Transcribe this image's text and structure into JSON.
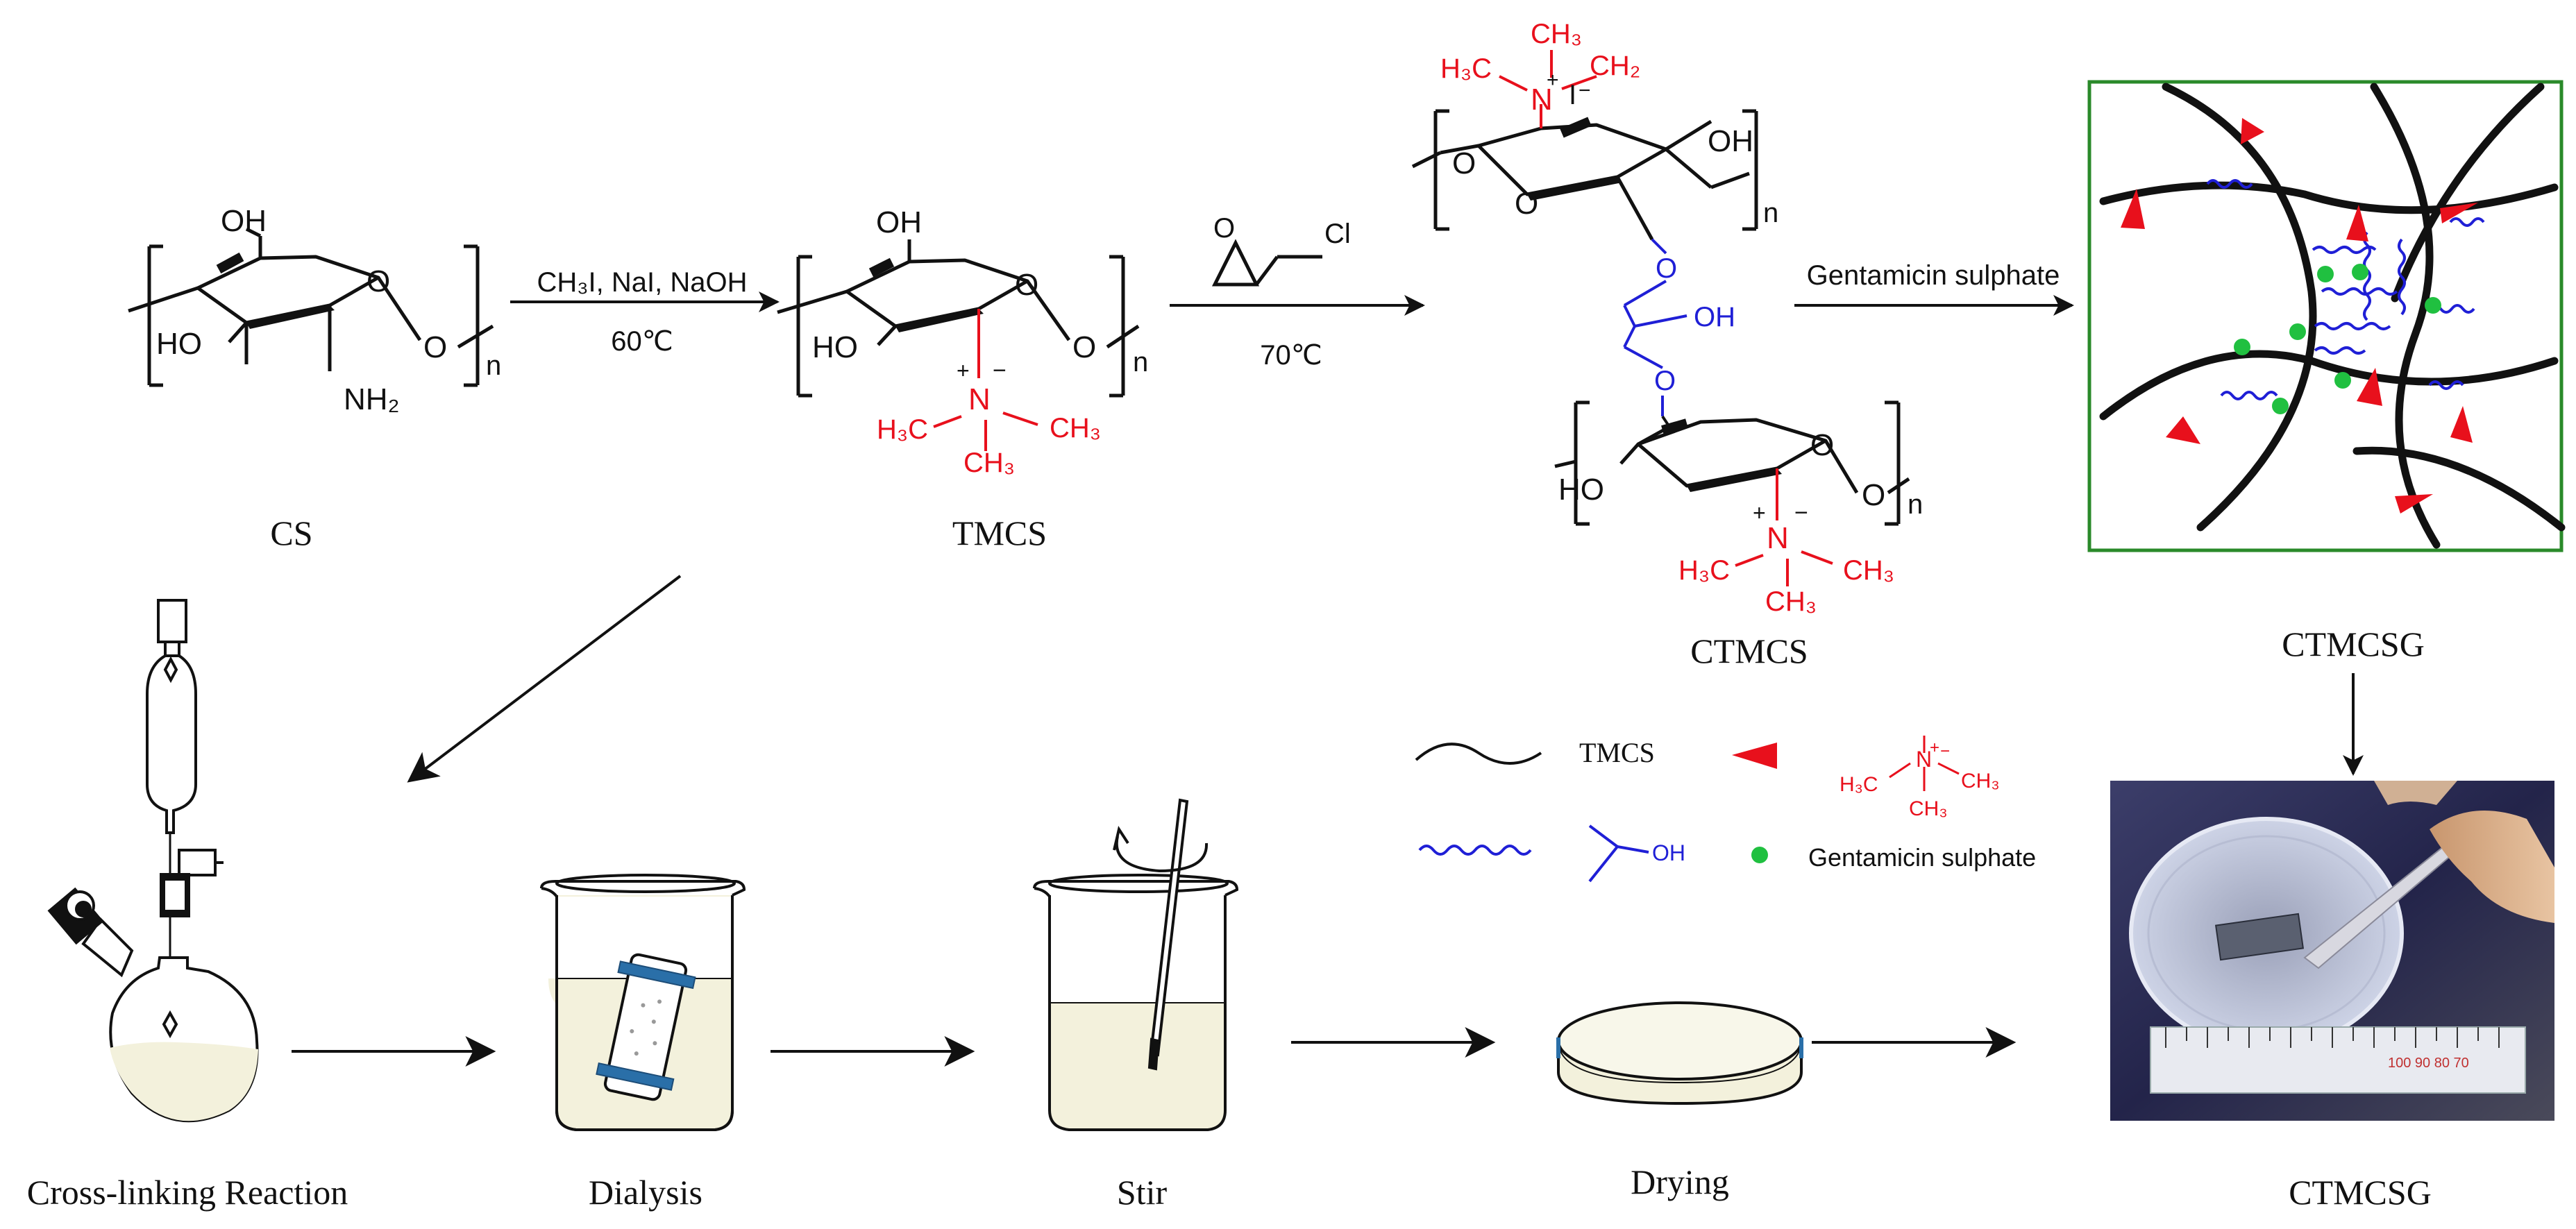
{
  "colors": {
    "black": "#111111",
    "red": "#e8101c",
    "blue": "#1f1fd6",
    "green": "#20c040",
    "frame_green": "#2a8a2a",
    "tape_blue": "#2a6fa8",
    "liquid": "#f3f1dc"
  },
  "reaction": {
    "step1_reagents": "CH₃I, NaI, NaOH",
    "step1_temp": "60℃",
    "step2_temp": "70℃",
    "step3_reagent": "Gentamicin sulphate",
    "epichlorohydrin_o": "O",
    "epichlorohydrin_cl": "Cl"
  },
  "atoms": {
    "oh": "OH",
    "ho": "HO",
    "o": "O",
    "nh2": "NH₂",
    "n": "N",
    "plus": "+",
    "minus": "−",
    "iodide": "I",
    "h3c": "H₃C",
    "ch3": "CH₃",
    "ch2": "CH₂",
    "repeat_n": "n"
  },
  "labels": {
    "cs": "CS",
    "tmcs": "TMCS",
    "ctmcs": "CTMCS",
    "ctmcsg_top": "CTMCSG",
    "ctmcsg_bottom": "CTMCSG"
  },
  "legend": {
    "black_curve": "TMCS",
    "oh_label": "OH",
    "gentamicin": "Gentamicin sulphate"
  },
  "steps": {
    "crosslinking": "Cross-linking Reaction",
    "dialysis": "Dialysis",
    "stir": "Stir",
    "drying": "Drying",
    "ctmcsg": "CTMCSG"
  },
  "photo": {
    "ruler_marks": "100 90 80 70"
  }
}
